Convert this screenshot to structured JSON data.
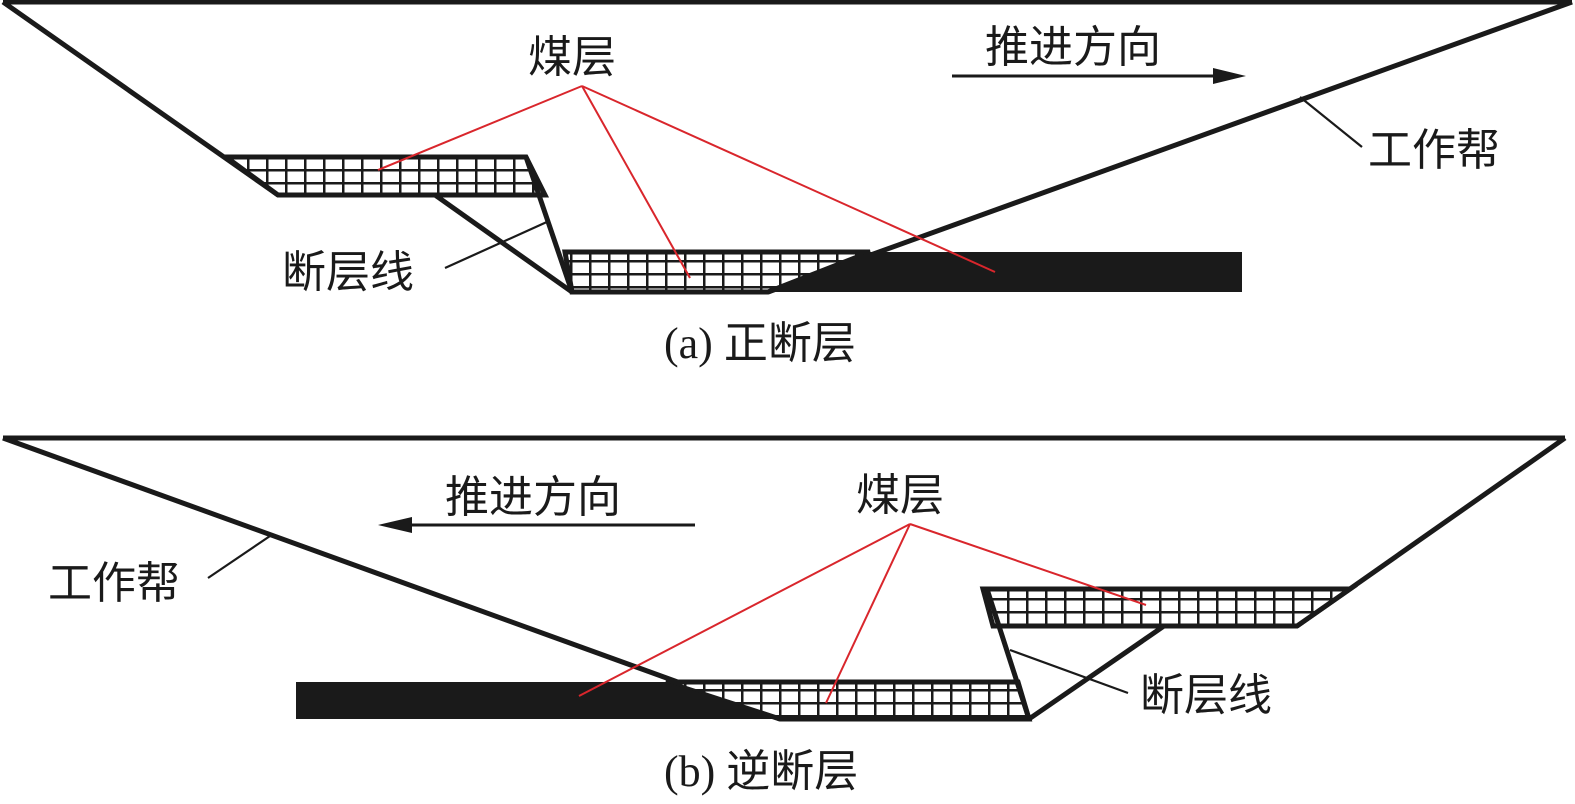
{
  "panel_a": {
    "label_coal_seam": "煤层",
    "label_advance_direction": "推进方向",
    "label_working_face": "工作帮",
    "label_fault_line": "断层线",
    "caption": "(a) 正断层"
  },
  "panel_b": {
    "label_coal_seam": "煤层",
    "label_advance_direction": "推进方向",
    "label_working_face": "工作帮",
    "label_fault_line": "断层线",
    "caption": "(b) 逆断层"
  },
  "colors": {
    "line": "#1a1a1a",
    "leader_red": "#d9262c",
    "mined_seam": "#1a1a1a",
    "background": "#ffffff"
  }
}
